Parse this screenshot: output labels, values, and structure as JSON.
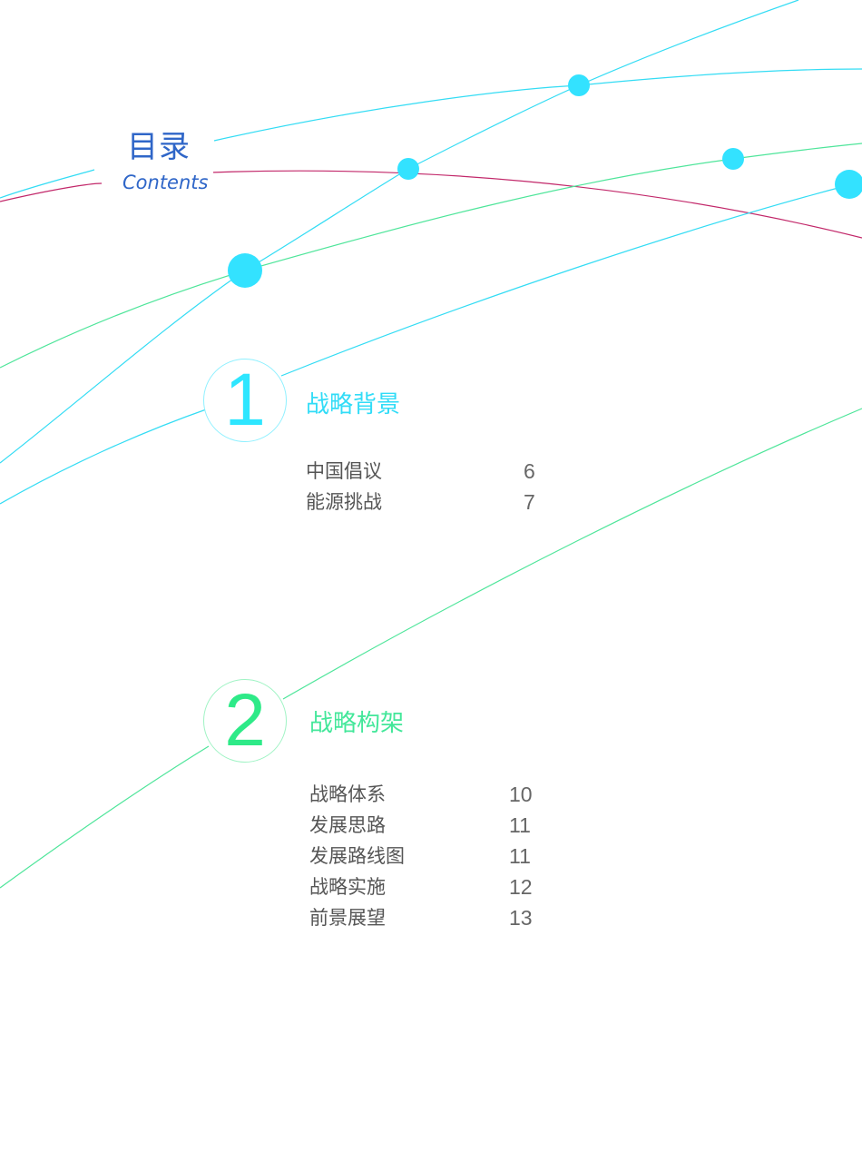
{
  "header": {
    "title": "目录",
    "subtitle": "Contents"
  },
  "sections": [
    {
      "number": "1",
      "title": "战略背景",
      "color": "#2ee6ff",
      "entries": [
        {
          "label": "中国倡议",
          "page": "6"
        },
        {
          "label": "能源挑战",
          "page": "7"
        }
      ]
    },
    {
      "number": "2",
      "title": "战略构架",
      "color": "#2eea88",
      "entries": [
        {
          "label": "战略体系",
          "page": "10"
        },
        {
          "label": "发展思路",
          "page": "11"
        },
        {
          "label": "发展路线图",
          "page": "11"
        },
        {
          "label": "战略实施",
          "page": "12"
        },
        {
          "label": "前景展望",
          "page": "13"
        }
      ]
    }
  ],
  "decor": {
    "line_colors": {
      "cyan": "#33dcf4",
      "green": "#4ee59a",
      "magenta": "#c2286a"
    },
    "node_color": "#33e2ff"
  }
}
